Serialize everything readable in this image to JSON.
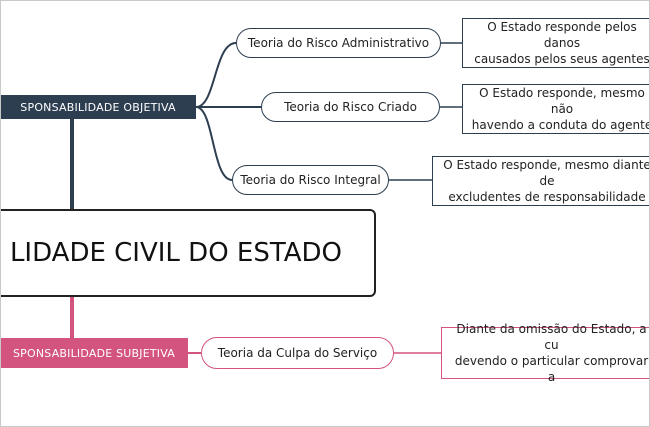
{
  "colors": {
    "objective_branch": "#2c3e50",
    "subjective_branch": "#d3547f",
    "central_border": "#222222"
  },
  "central": {
    "label": "LIDADE CIVIL DO ESTADO"
  },
  "objective": {
    "label": "SPONSABILIDADE OBJETIVA",
    "theories": [
      {
        "label": "Teoria do Risco Administrativo",
        "description": [
          "O Estado responde pelos danos",
          "causados pelos seus agentes"
        ]
      },
      {
        "label": "Teoria do Risco Criado",
        "description": [
          "O Estado responde, mesmo não",
          "havendo a conduta do agente"
        ]
      },
      {
        "label": "Teoria do Risco Integral",
        "description": [
          "O Estado responde, mesmo diante de",
          "excludentes de responsabilidade"
        ]
      }
    ]
  },
  "subjective": {
    "label": "SPONSABILIDADE SUBJETIVA",
    "theories": [
      {
        "label": "Teoria da Culpa do Serviço",
        "description": [
          "Diante da omissão do Estado, a cu",
          "devendo o particular comprovar a"
        ]
      }
    ]
  }
}
